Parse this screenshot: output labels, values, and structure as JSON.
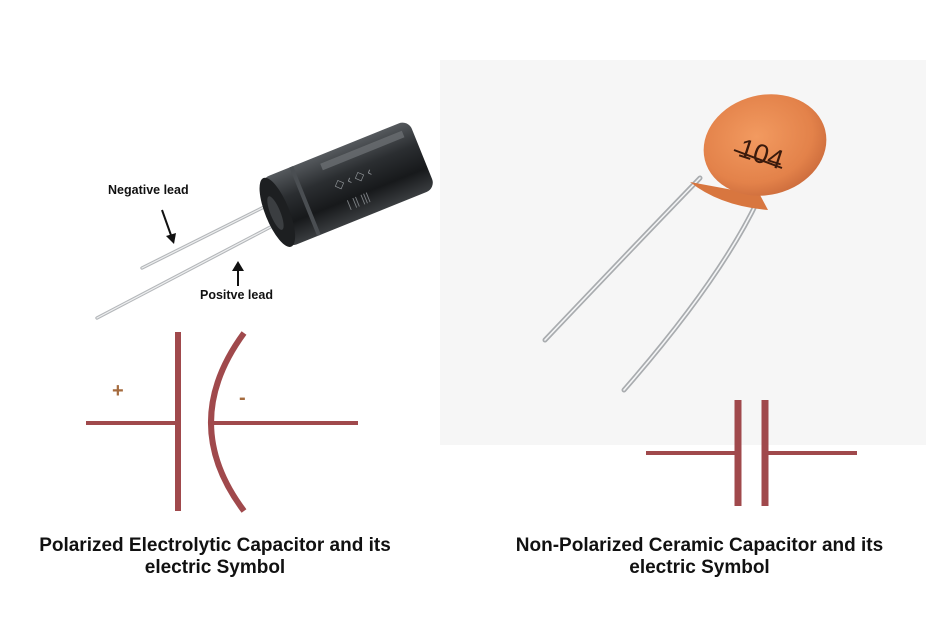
{
  "electrolytic": {
    "negative_lead_label": "Negative lead",
    "positive_lead_label": "Positve lead",
    "plus_sign": "+",
    "minus_sign": "-",
    "caption_line1": "Polarized Electrolytic Capacitor and its",
    "caption_line2": "electric Symbol"
  },
  "ceramic": {
    "code_marking": "104",
    "caption_line1": "Non-Polarized Ceramic Capacitor and its",
    "caption_line2": "electric Symbol"
  },
  "colors": {
    "symbol": "#a0494c",
    "sign": "#a56b3e",
    "ceramic_body": "#e5874f",
    "can_body": "#2a2d30",
    "photo_background": "#f7f7f7"
  }
}
